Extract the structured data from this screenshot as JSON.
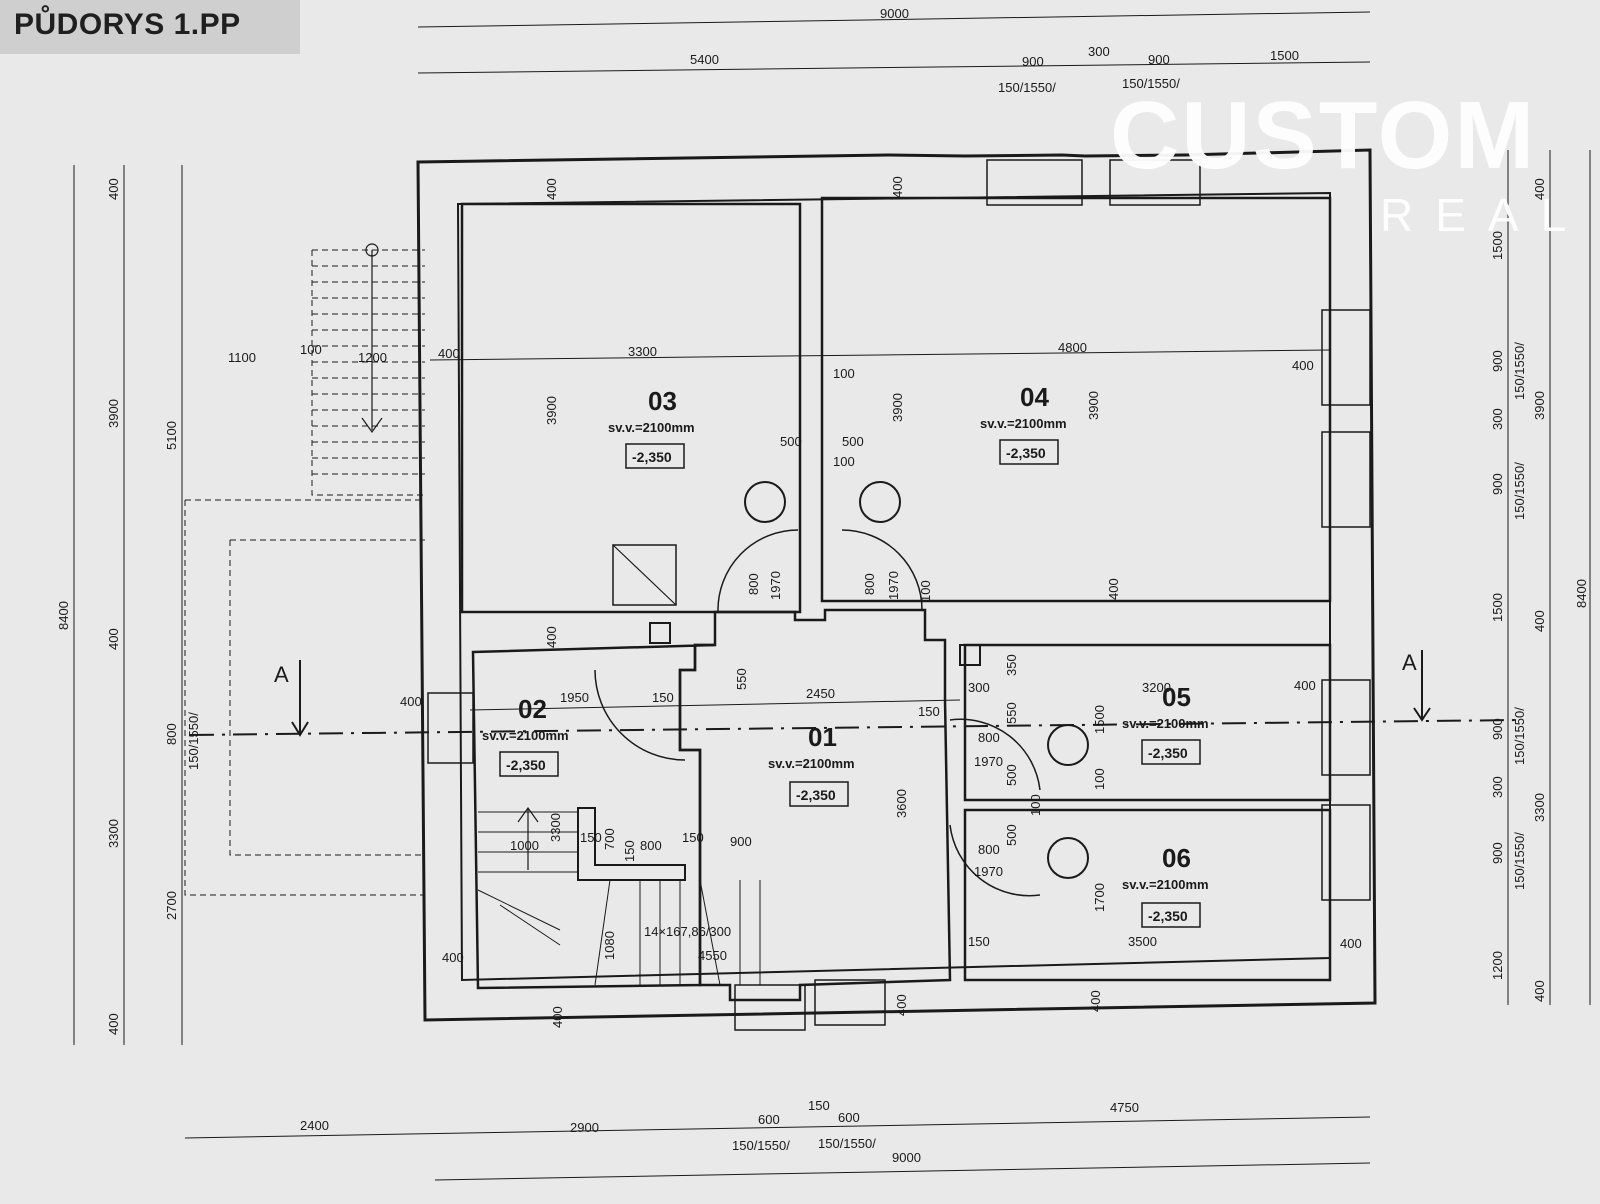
{
  "title": "PŮDORYS 1.PP",
  "logo": {
    "main": "CUSTOM",
    "sub": "REAL"
  },
  "rooms": [
    {
      "id": "03",
      "height": "sv.v.=2100mm",
      "level": "-2,350"
    },
    {
      "id": "04",
      "height": "sv.v.=2100mm",
      "level": "-2,350"
    },
    {
      "id": "02",
      "height": "sv.v.=2100mm",
      "level": "-2,350"
    },
    {
      "id": "01",
      "height": "sv.v.=2100mm",
      "level": "-2,350"
    },
    {
      "id": "05",
      "height": "sv.v.=2100mm",
      "level": "-2,350"
    },
    {
      "id": "06",
      "height": "sv.v.=2100mm",
      "level": "-2,350"
    }
  ],
  "dims": {
    "top_total": "9000",
    "top_5400": "5400",
    "top_900a": "900",
    "top_300": "300",
    "top_900b": "900",
    "top_1500": "1500",
    "top_win_a": "150/1550/",
    "top_win_b": "150/1550/",
    "bot_2400": "2400",
    "bot_2900": "2900",
    "bot_600a": "600",
    "bot_150": "150",
    "bot_600b": "600",
    "bot_4750": "4750",
    "bot_win_a": "150/1550/",
    "bot_win_b": "150/1550/",
    "bot_total": "9000",
    "l_400a": "400",
    "l_3900": "3900",
    "l_400b": "400",
    "l_3300": "3300",
    "l_400c": "400",
    "l_5100": "5100",
    "l_800": "800",
    "l_1550": "150/1550/",
    "l_2700": "2700",
    "l_8400": "8400",
    "r_400a": "400",
    "r_1500a": "1500",
    "r_900a": "900",
    "r_1550a": "150/1550/",
    "r_300a": "300",
    "r_900b": "900",
    "r_1550b": "150/1550/",
    "r_1500b": "1500",
    "r_400b": "400",
    "r_900c": "900",
    "r_1550c": "150/1550/",
    "r_300b": "300",
    "r_900d": "900",
    "r_1550d": "150/1550/",
    "r_1200": "1200",
    "r_400c": "400",
    "r_3900": "3900",
    "r_3300": "3300",
    "r_8400": "8400",
    "s_1100": "1100",
    "s_100": "100",
    "s_1200": "1200",
    "i_400_w": "400",
    "i_3300": "3300",
    "i_4800": "4800",
    "i_400_e": "400",
    "i_100a": "100",
    "i_100b": "100",
    "i_500a": "500",
    "i_500b": "500",
    "i_3900a": "3900",
    "i_3900b": "3900",
    "i_3900c": "3900",
    "i_800a": "800",
    "i_1970a": "1970",
    "i_800b": "800",
    "i_1970b": "1970",
    "i_100c": "100",
    "i_400t1": "400",
    "i_400t2": "400",
    "i_400m1": "400",
    "i_400m2": "400",
    "i_550a": "550",
    "i_150a": "150",
    "i_2450": "2450",
    "i_150b": "150",
    "i_1950": "1950",
    "i_400_02": "400",
    "i_3300b": "3300",
    "i_1000": "1000",
    "i_150c": "150",
    "i_700": "700",
    "i_150d": "150",
    "i_800c": "800",
    "i_150e": "150",
    "i_900": "900",
    "i_stair": "14×167,86/300",
    "i_4550": "4550",
    "i_1080": "1080",
    "i_400_sw": "400",
    "i_3600": "3600",
    "i_300": "300",
    "i_350": "350",
    "i_550b": "550",
    "i_3200": "3200",
    "i_400_05": "400",
    "i_1500": "1500",
    "i_100d": "100",
    "i_800d": "800",
    "i_1970c": "1970",
    "i_500c": "500",
    "i_100e": "100",
    "i_500d": "500",
    "i_800e": "800",
    "i_1970d": "1970",
    "i_1700": "1700",
    "i_150f": "150",
    "i_3500": "3500",
    "i_400_06": "400",
    "i_400b1": "400",
    "i_400b2": "400",
    "i_400b3": "400",
    "section_a": "A"
  }
}
